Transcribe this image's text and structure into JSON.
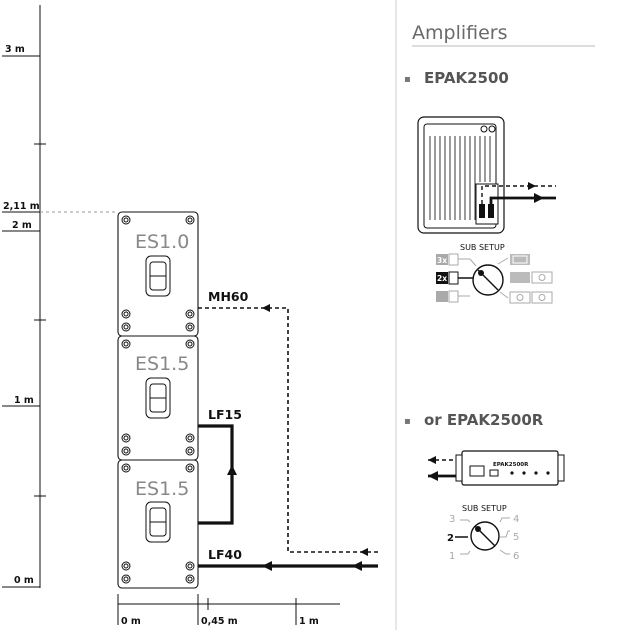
{
  "panel": {
    "heading": "Amplifiers",
    "options": [
      {
        "bullet": "▪",
        "label": "EPAK2500"
      },
      {
        "bullet": "▪",
        "label": "or EPAK2500R"
      }
    ]
  },
  "vertical_scale": [
    "3 m",
    "2,11 m",
    "2 m",
    "1 m",
    "0 m"
  ],
  "horizontal_scale": [
    "0 m",
    "0,45 m",
    "1 m"
  ],
  "cabinets": [
    {
      "label": "ES1.0"
    },
    {
      "label": "ES1.5"
    },
    {
      "label": "ES1.5"
    }
  ],
  "cables": [
    "MH60",
    "LF15",
    "LF40"
  ],
  "sub_setup_1": {
    "title": "SUB SETUP",
    "selected": "2x",
    "options": [
      "3x",
      "2x"
    ]
  },
  "sub_setup_2": {
    "title": "SUB SETUP",
    "positions": [
      "3",
      "2",
      "1",
      "4",
      "5",
      "6"
    ],
    "selected": "2"
  },
  "epak2500r_front_label": "EPAK2500R",
  "colors": {
    "line": "#111111",
    "dim": "#aaaaaa",
    "heading": "#6a6a6a",
    "option": "#555555",
    "divider": "#cccccc"
  }
}
